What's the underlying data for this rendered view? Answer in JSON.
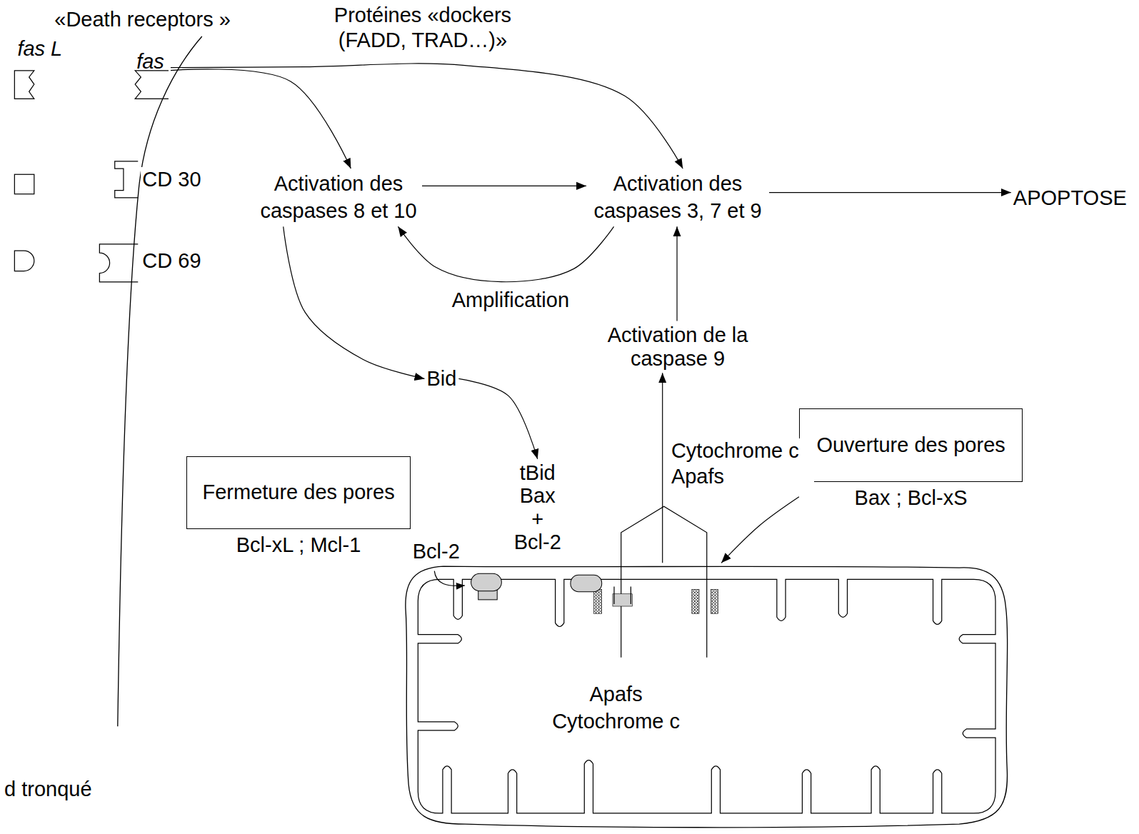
{
  "diagram": {
    "nodes": [
      {
        "text": [
          "fas"
        ]
      },
      {
        "text": [
          "Activation des caspases 8 et 10"
        ]
      },
      {
        "text": [
          "Activation des caspases 3, 7 et 9"
        ]
      },
      {
        "text": [
          "APOPTOSE"
        ]
      },
      {
        "text": [
          "Activation de la caspase 9"
        ]
      },
      {
        "text": [
          "Bid"
        ]
      },
      {
        "text": [
          "Ouverture des pores",
          "Bax ; Bcl-xS"
        ]
      },
      {
        "text": [
          "tBid",
          "Bax",
          "+",
          "Bcl-2"
        ]
      },
      {
        "text": [
          "Fermeture des pores",
          "Bcl-xL ; Mcl-1"
        ]
      },
      {
        "text": [
          "Apafs",
          "Cytochrome c"
        ]
      }
    ],
    "edges": [
      {
        "from": 0,
        "to": 1,
        "arrow": "to"
      },
      {
        "from": 0,
        "to": 2,
        "label": "Protéines «dockers (FADD, TRAD…)»",
        "arrow": "to"
      },
      {
        "from": 1,
        "to": 2,
        "arrow": "to"
      },
      {
        "from": 2,
        "to": 1,
        "label": "Amplification",
        "arrow": "to"
      },
      {
        "from": 2,
        "to": 3,
        "arrow": "to"
      },
      {
        "from": 4,
        "to": 2,
        "arrow": "to"
      },
      {
        "from": 1,
        "to": 5,
        "arrow": "to"
      },
      {
        "from": 5,
        "to": 7,
        "arrow": "to"
      },
      {
        "from": 9,
        "to": 4,
        "label": "Cytochrome c Apafs",
        "arrow": "to"
      },
      {
        "from": 6,
        "to": 9,
        "arrow": "to"
      }
    ],
    "labels": [
      "«Death receptors »",
      "fas L",
      "CD 30",
      "CD 69",
      "Bcl-2",
      "d tronqué"
    ]
  }
}
